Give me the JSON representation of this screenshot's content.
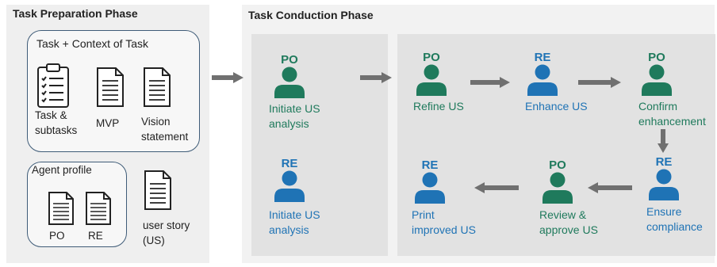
{
  "prep": {
    "title": "Task Preparation Phase",
    "context_box_title": "Task + Context of Task",
    "docs": [
      {
        "line1": "Task &",
        "line2": "subtasks",
        "icon": "clipboard-icon"
      },
      {
        "line1": "MVP",
        "line2": "",
        "icon": "document-icon"
      },
      {
        "line1": "Vision",
        "line2": "statement",
        "icon": "document-icon"
      }
    ],
    "agent_box_title": "Agent profile",
    "agents": [
      "PO",
      "RE"
    ],
    "user_story": {
      "line1": "user story",
      "line2": "(US)"
    }
  },
  "conduction": {
    "title": "Task Conduction Phase",
    "init_po": {
      "role": "PO",
      "line1": "Initiate US",
      "line2": "analysis"
    },
    "init_re": {
      "role": "RE",
      "line1": "Initiate US",
      "line2": "analysis"
    },
    "refine": {
      "role": "PO",
      "line1": "Refine US"
    },
    "enhance": {
      "role": "RE",
      "line1": "Enhance US"
    },
    "confirm": {
      "role": "PO",
      "line1": "Confirm",
      "line2": "enhancement"
    },
    "ensure": {
      "role": "RE",
      "line1": "Ensure",
      "line2": "compliance"
    },
    "review": {
      "role": "PO",
      "line1": "Review &",
      "line2": "approve US"
    },
    "print": {
      "role": "RE",
      "line1": "Print",
      "line2": "improved US"
    }
  },
  "colors": {
    "po": "#1f7a5c",
    "re": "#1f73b5",
    "arrow": "#707070"
  }
}
